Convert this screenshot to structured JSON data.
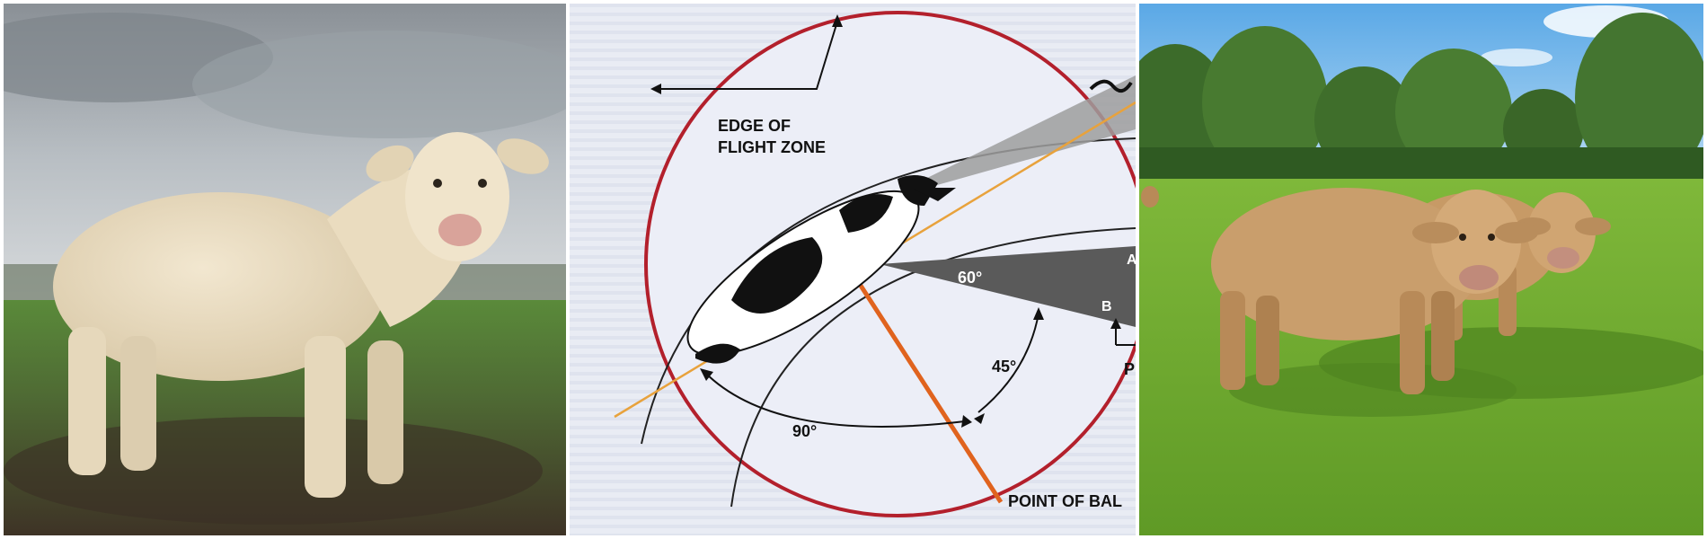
{
  "panels": [
    {
      "kind": "photo",
      "subject": "cream-colored bull standing on a muddy pasture under overcast sky"
    },
    {
      "kind": "diagram",
      "labels": {
        "edge_line1": "EDGE OF",
        "edge_line2": "FLIGHT ZONE",
        "angle_60": "60°",
        "angle_45": "45°",
        "angle_90": "90°",
        "point_b": "B",
        "point_a_partial": "A",
        "point_p_partial": "P",
        "point_of_balance": "POINT OF BAL"
      },
      "colors": {
        "flight_zone_circle": "#b3202c",
        "balance_line": "#e0631e",
        "vision_line": "#e8a23c",
        "blind_spot": "#5a5a5a"
      }
    },
    {
      "kind": "photo",
      "subject": "two light brown bulls standing in a sunny green field with trees"
    }
  ]
}
